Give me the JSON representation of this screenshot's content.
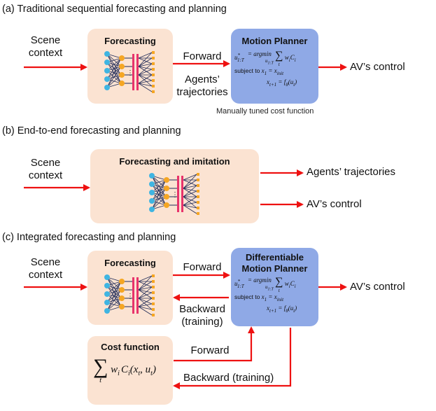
{
  "sections": {
    "a": {
      "title": "(a) Traditional sequential forecasting and planning"
    },
    "b": {
      "title": "(b) End-to-end forecasting and planning"
    },
    "c": {
      "title": "(c) Integrated forecasting and planning"
    }
  },
  "a": {
    "input_label_1": "Scene",
    "input_label_2": "context",
    "forecasting_title": "Forecasting",
    "forward_label": "Forward",
    "agents_label_1": "Agents’",
    "agents_label_2": "trajectories",
    "planner_title": "Motion Planner",
    "output_label": "AV’s control",
    "note": "Manually tuned cost function"
  },
  "b": {
    "input_label_1": "Scene",
    "input_label_2": "context",
    "box_title": "Forecasting and imitation",
    "output_1": "Agents’ trajectories",
    "output_2": "AV’s control"
  },
  "c": {
    "input_label_1": "Scene",
    "input_label_2": "context",
    "forecasting_title": "Forecasting",
    "forward_label": "Forward",
    "backward_label_1": "Backward",
    "backward_label_2": "(training)",
    "planner_title_1": "Differentiable",
    "planner_title_2": "Motion Planner",
    "output_label": "AV’s control",
    "cost_title": "Cost function",
    "cost_forward_label": "Forward",
    "cost_backward_label": "Backward (training)"
  },
  "equation": {
    "line1_lhs": "u",
    "line1_sup": "*",
    "line1_sub": "1:T",
    "line1_eq": "= argmin",
    "line1_under": "u",
    "line1_under_sub": "1:T",
    "line1_sum_sub": "t",
    "line1_term": "w",
    "line1_term_sub": "i",
    "line1_term2": "C",
    "line1_term2_sub": "i",
    "line2_prefix": "subject to",
    "line2_text": "x",
    "line2_sub": "1",
    "line2_rhs": "= x",
    "line2_rhs_sub": "init",
    "line3_lhs": "x",
    "line3_lhs_sub": "t+1",
    "line3_rhs": "= f",
    "line3_rhs_sub": "θ",
    "line3_arg": "(u",
    "line3_arg_sub": "t",
    "line3_close": ")"
  },
  "cost_formula": {
    "w": "w",
    "w_sub": "i",
    "C": "C",
    "C_sub": "i",
    "args_open": "(x",
    "x_sub": "t",
    "comma": ", u",
    "u_sub": "t",
    "args_close": ")",
    "sum_sub": "t"
  },
  "colors": {
    "arrow": "#ee1111",
    "peach_box": "#fbe3d2",
    "blue_box": "#8fa9e6",
    "node_blue": "#3fb5e2",
    "node_orange": "#f5a623",
    "bar_red": "#e8336b",
    "edge_dark": "#1f2a57"
  }
}
